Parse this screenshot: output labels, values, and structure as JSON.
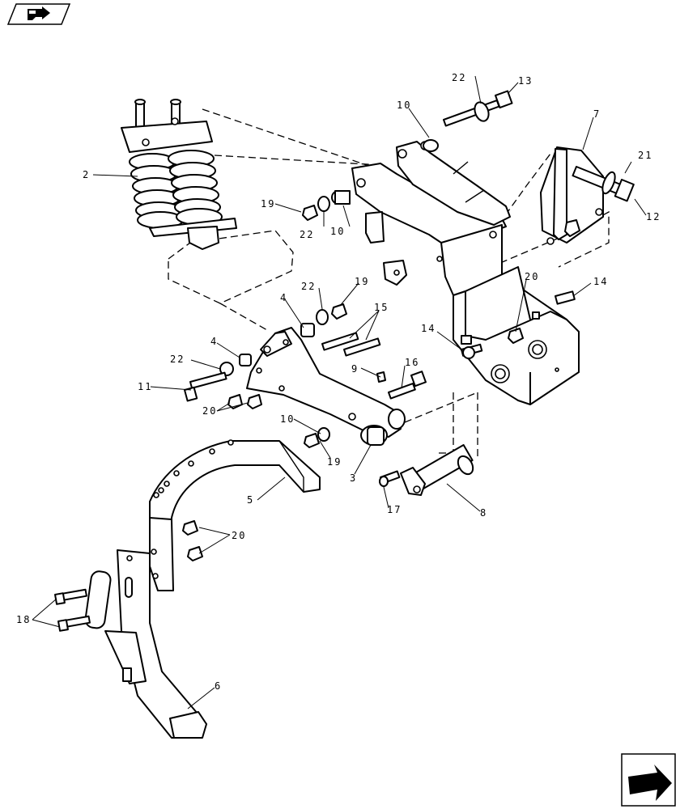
{
  "navigation": {
    "top_left_icon": "book-open-arrow-icon",
    "bottom_right_icon": "next-page-arrow-icon"
  },
  "callouts": {
    "c2": "2",
    "c3": "3",
    "c4a": "4",
    "c4b": "4",
    "c5": "5",
    "c6": "6",
    "c7": "7",
    "c8": "8",
    "c9": "9",
    "c10a": "10",
    "c10b": "10",
    "c10c": "10",
    "c11": "11",
    "c12": "12",
    "c13": "13",
    "c14a": "14",
    "c14b": "14",
    "c15": "15",
    "c16": "16",
    "c17": "17",
    "c18": "18",
    "c19a": "19",
    "c19b": "19",
    "c19c": "19",
    "c20a": "20",
    "c20b": "20",
    "c20c": "20",
    "c21": "21",
    "c22a": "22",
    "c22b": "22",
    "c22c": "22",
    "c22d": "22"
  }
}
